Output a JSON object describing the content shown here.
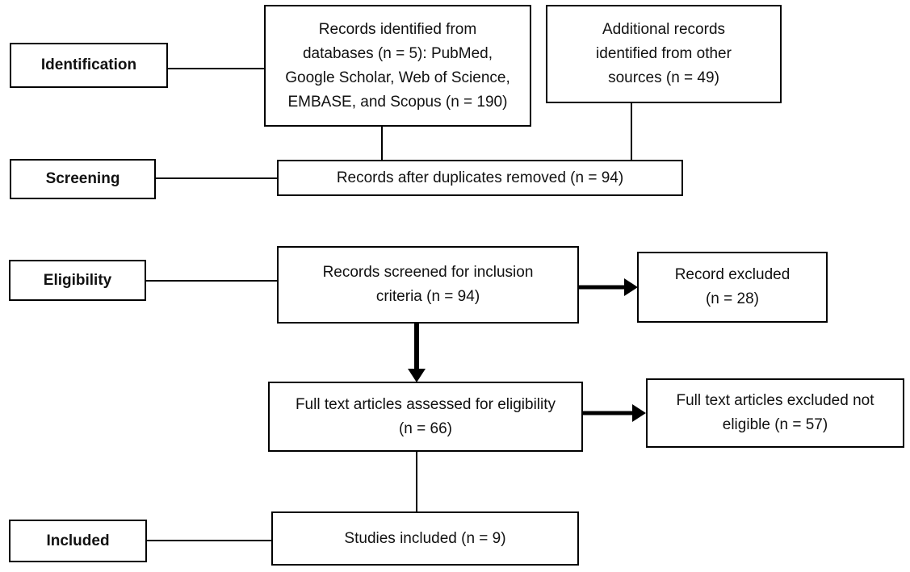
{
  "stages": {
    "identification": "Identification",
    "screening": "Screening",
    "eligibility": "Eligibility",
    "included": "Included"
  },
  "boxes": {
    "records_identified": "Records identified from\ndatabases (n = 5): PubMed,\nGoogle Scholar, Web of Science,\nEMBASE, and Scopus (n = 190)",
    "additional_records": "Additional records\nidentified from other\nsources (n = 49)",
    "duplicates_removed": "Records after duplicates removed (n = 94)",
    "records_screened": "Records screened for inclusion\ncriteria (n = 94)",
    "record_excluded": "Record excluded\n(n = 28)",
    "fulltext_assessed": "Full text articles assessed for eligibility\n(n = 66)",
    "fulltext_excluded": "Full text articles excluded not\neligible (n = 57)",
    "studies_included": "Studies included (n = 9)"
  },
  "counts": {
    "databases": 5,
    "records_identified": 190,
    "additional_records": 49,
    "after_duplicates": 94,
    "screened": 94,
    "excluded_screening": 28,
    "fulltext_assessed": 66,
    "fulltext_excluded": 57,
    "studies_included": 9
  },
  "colors": {
    "line": "#000000",
    "box_border": "#000000",
    "background": "#ffffff",
    "text": "#111111"
  }
}
